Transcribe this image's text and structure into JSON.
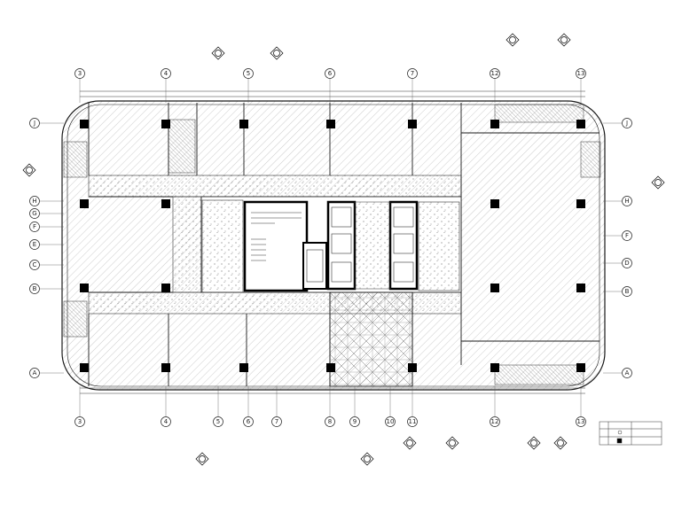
{
  "plan": {
    "column_axes_top": [
      "3",
      "4",
      "5",
      "6",
      "7",
      "12",
      "13"
    ],
    "column_axes_bottom": [
      "3",
      "4",
      "5",
      "6",
      "7",
      "8",
      "9",
      "10",
      "11",
      "12",
      "13"
    ],
    "row_axes_left": [
      "J",
      "H",
      "G",
      "F",
      "E",
      "C",
      "B",
      "A"
    ],
    "row_axes_right": [
      "J",
      "H",
      "F",
      "D",
      "B",
      "A"
    ]
  },
  "colors": {
    "line": "#1a1a1a",
    "hatch": "#8a8a8a",
    "column": "#000000",
    "background": "#ffffff"
  }
}
